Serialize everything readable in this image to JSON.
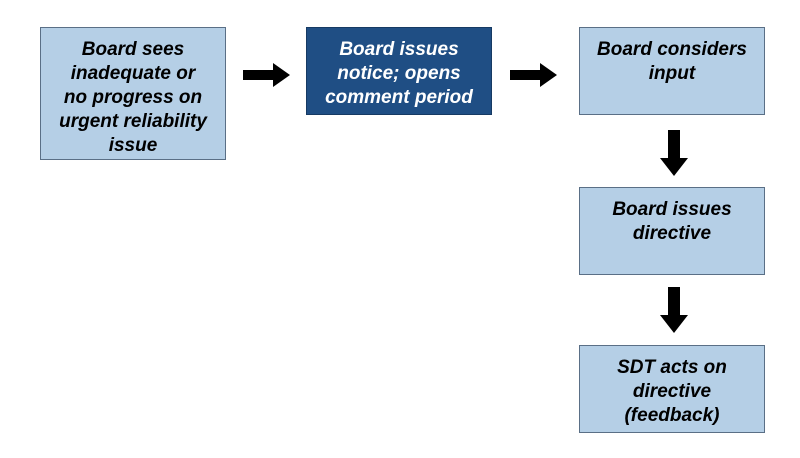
{
  "steps": [
    {
      "id": "inadequate-progress",
      "lines": [
        "Board sees",
        "inadequate or",
        "no progress on",
        "urgent reliability",
        "issue"
      ],
      "fill": "#b5cfe6"
    },
    {
      "id": "issues-notice",
      "lines": [
        "Board issues",
        "notice; opens",
        "comment period"
      ],
      "fill": "#1f4e84"
    },
    {
      "id": "considers-input",
      "lines": [
        "Board considers",
        "input"
      ],
      "fill": "#b5cfe6"
    },
    {
      "id": "issues-directive",
      "lines": [
        "Board issues",
        "directive"
      ],
      "fill": "#b5cfe6"
    },
    {
      "id": "sdt-acts",
      "lines": [
        "SDT acts on",
        "directive",
        "(feedback)"
      ],
      "fill": "#b5cfe6"
    }
  ],
  "connections": [
    {
      "from": "inadequate-progress",
      "to": "issues-notice",
      "direction": "right"
    },
    {
      "from": "issues-notice",
      "to": "considers-input",
      "direction": "right"
    },
    {
      "from": "considers-input",
      "to": "issues-directive",
      "direction": "down"
    },
    {
      "from": "issues-directive",
      "to": "sdt-acts",
      "direction": "down"
    }
  ],
  "colors": {
    "light_box": "#b5cfe6",
    "dark_box": "#1f4e84",
    "arrow": "#000000"
  }
}
